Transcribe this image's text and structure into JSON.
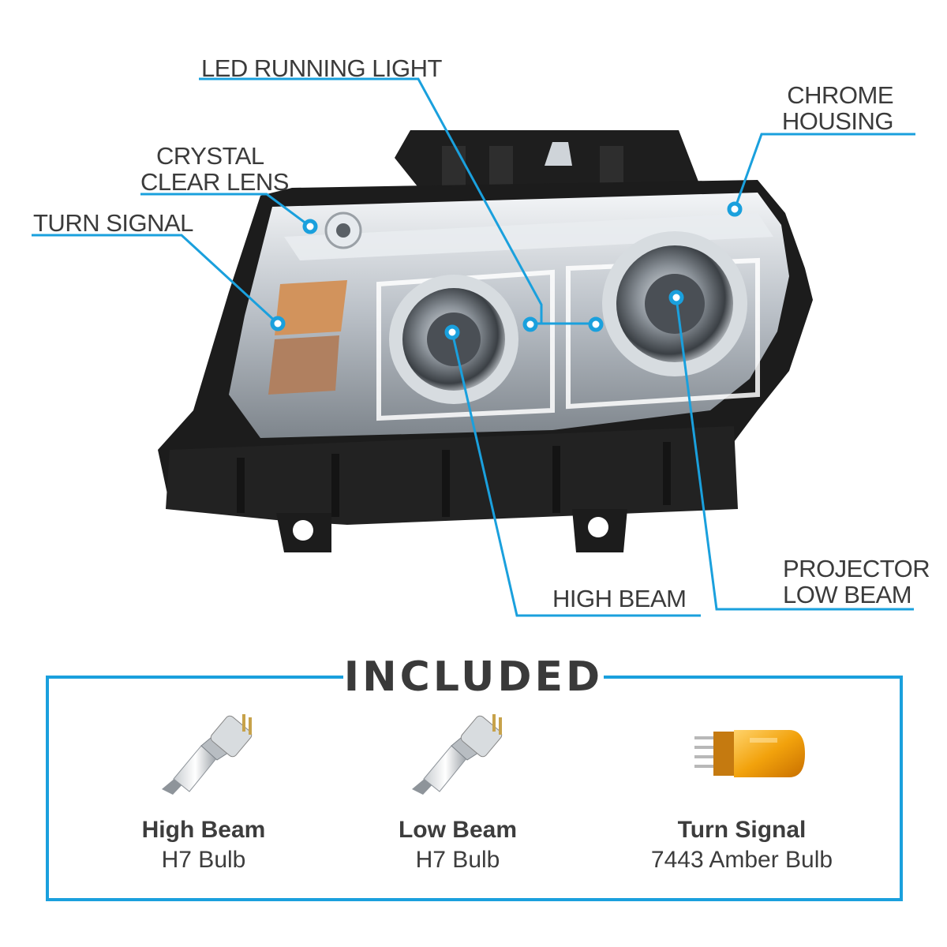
{
  "callouts": {
    "led_running_light": "LED RUNNING LIGHT",
    "chrome_housing_line1": "CHROME",
    "chrome_housing_line2": "HOUSING",
    "crystal_clear_lens_line1": "CRYSTAL",
    "crystal_clear_lens_line2": "CLEAR LENS",
    "turn_signal": "TURN SIGNAL",
    "high_beam": "HIGH BEAM",
    "projector_low_beam_line1": "PROJECTOR",
    "projector_low_beam_line2": "LOW BEAM"
  },
  "included": {
    "title": "INCLUDED",
    "items": [
      {
        "name": "High Beam",
        "desc": "H7 Bulb",
        "icon": "h7-bulb-icon"
      },
      {
        "name": "Low Beam",
        "desc": "H7 Bulb",
        "icon": "h7-bulb-icon"
      },
      {
        "name": "Turn Signal",
        "desc": "7443 Amber Bulb",
        "icon": "7443-amber-bulb-icon"
      }
    ]
  },
  "colors": {
    "callout_line": "#1aa0dd",
    "text": "#3b3b3b",
    "housing_black": "#1c1c1c",
    "chrome": "#c9ced3",
    "amber": "#f2a20c"
  }
}
